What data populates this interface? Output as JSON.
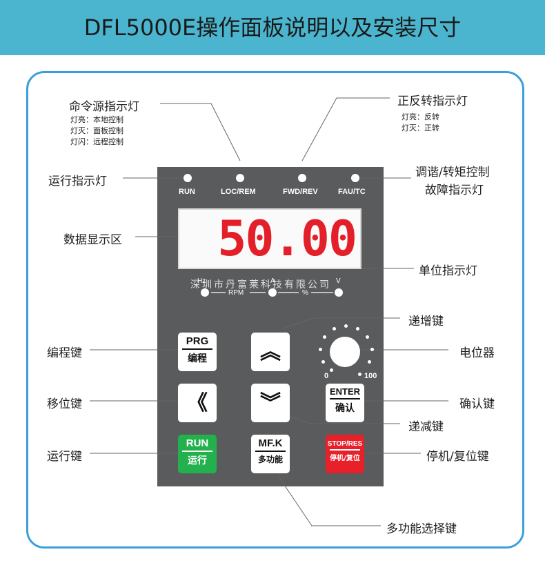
{
  "title": "DFL5000E操作面板说明以及安装尺寸",
  "labels": {
    "cmd_source": "命令源指示灯",
    "cmd_note_1": "灯亮：本地控制",
    "cmd_note_2": "灯灭：面板控制",
    "cmd_note_3": "灯闪：远程控制",
    "fwd_rev": "正反转指示灯",
    "fwd_note_1": "灯亮：反转",
    "fwd_note_2": "灯灭：正转",
    "run_indicator": "运行指示灯",
    "tuning_1": "调谐/转矩控制",
    "tuning_2": "故障指示灯",
    "display_area": "数据显示区",
    "unit_indicator": "单位指示灯",
    "increment_key": "递增键",
    "program_key": "编程键",
    "potentiometer": "电位器",
    "shift_key": "移位键",
    "confirm_key": "确认键",
    "decrement_key": "递减键",
    "run_key": "运行键",
    "stop_reset_key": "停机/复位键",
    "multi_func_key": "多功能选择键"
  },
  "panel": {
    "indicators": [
      "RUN",
      "LOC/REM",
      "FWD/REV",
      "FAU/TC"
    ],
    "display_value": "50.00",
    "watermark": "深圳市丹富莱科技有限公司",
    "units": [
      "Hz",
      "RPM",
      "A",
      "%",
      "V"
    ],
    "knob_min": "0",
    "knob_max": "100",
    "keys": {
      "prg_top": "PRG",
      "prg_bot": "编程",
      "up": "︽",
      "shift": "《",
      "down": "︾",
      "enter_top": "ENTER",
      "enter_bot": "确认",
      "run_top": "RUN",
      "run_bot": "运行",
      "mfk_top": "MF.K",
      "mfk_bot": "多功能",
      "stop_top": "STOP/RES",
      "stop_bot": "停机/复位"
    }
  },
  "colors": {
    "banner": "#4bb5cf",
    "frame": "#3a9fda",
    "panel": "#5a5b5d",
    "digits": "#e3202a",
    "run_key": "#22b14c",
    "stop_key": "#e8202a"
  }
}
